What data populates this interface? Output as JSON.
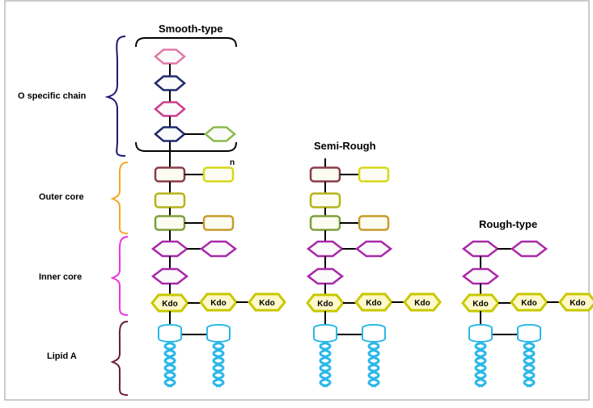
{
  "titles": {
    "smooth": "Smooth-type",
    "semi": "Semi-Rough",
    "rough": "Rough-type"
  },
  "regions": [
    {
      "label": "O specific chain",
      "color": "#1b1b6e"
    },
    {
      "label": "Outer core",
      "color": "#f5a623"
    },
    {
      "label": "Inner core",
      "color": "#ee33dd"
    },
    {
      "label": "Lipid A",
      "color": "#6b1a3a"
    }
  ],
  "repeat_marker": "n",
  "kdo_label": "Kdo",
  "colors": {
    "o_chain": [
      "#e07aa8",
      "#1f2a6e",
      "#cc3d8c",
      "#1f2a6e"
    ],
    "o_chain_branch": "#8bbb4a",
    "outer_core_top": "#8b3a4a",
    "outer_core_branch": "#d8d81a",
    "outer_core_mid": "#b7b31a",
    "outer_core_bottom": "#7e9f3a",
    "outer_core_bottom_branch": "#c79a2a",
    "heptose": "#a828a8",
    "kdo": "#c8c800",
    "lipid": "#2ab8e8"
  }
}
